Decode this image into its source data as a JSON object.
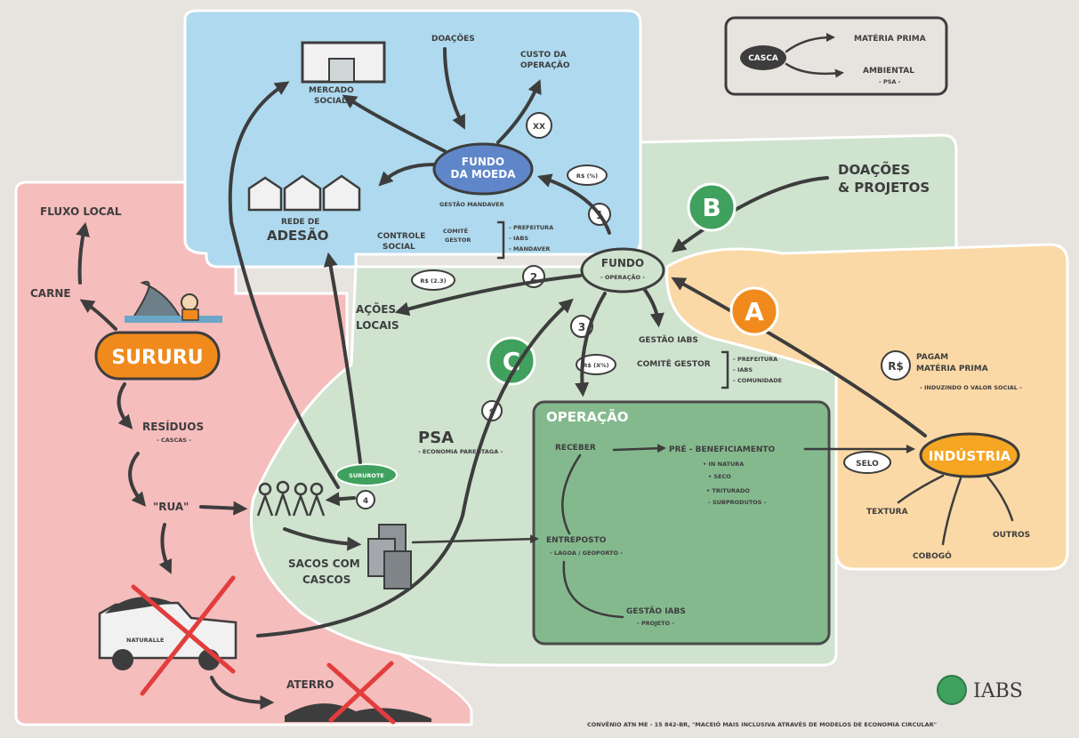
{
  "legend": {
    "center": "CASCA",
    "item1": "MATÉRIA PRIMA",
    "item2": "AMBIENTAL",
    "item2_sub": "- PSA -"
  },
  "blue_zone": {
    "mercado_social": [
      "MERCADO",
      "SOCIAL"
    ],
    "doacoes": "DOAÇÕES",
    "custo_operacao": [
      "CUSTO DA",
      "OPERAÇÃO"
    ],
    "xx": "XX",
    "fundo_moeda": [
      "FUNDO",
      "DA MOEDA"
    ],
    "rs_pct": "R$ (%)",
    "gestao_mandaver": "GESTÃO MANDAVER",
    "rede_adesao": [
      "REDE DE",
      "ADESÃO"
    ],
    "controle_social": [
      "CONTROLE",
      "SOCIAL"
    ],
    "comite_gestor": [
      "COMITÊ",
      "GESTOR"
    ],
    "comite_items": [
      "- PREFEITURA",
      "- IABS",
      "- MANDAVER"
    ],
    "step1": "1"
  },
  "red_zone": {
    "fluxo_local": "FLUXO LOCAL",
    "carne": "CARNE",
    "sururu": "SURURU",
    "residuos": "RESÍDUOS",
    "cascas": "- CASCAS -",
    "rua": "\"RUA\"",
    "naturalle": "NATURALLE",
    "aterro": "ATERRO"
  },
  "green_zone": {
    "doacoes_projetos": [
      "DOAÇÕES",
      "& PROJETOS"
    ],
    "b": "B",
    "fundo_operacao": [
      "FUNDO",
      "- OPERAÇÃO -"
    ],
    "step2": "2",
    "rs_2": "R$ (2.3)",
    "acoes_locais": [
      "AÇÕES",
      "LOCAIS"
    ],
    "step3": "3",
    "rs_3": "R$ (X%)",
    "gestao_iabs": "GESTÃO IABS",
    "comite_gestor": "COMITÊ GESTOR",
    "comite_items": [
      "- PREFEITURA",
      "- IABS",
      "- COMUNIDADE"
    ],
    "c": "C",
    "dollar": "$",
    "psa": "PSA",
    "psa_sub": "- ECONOMIA PARENTAGA -",
    "sururote": "SURUROTE",
    "step4": "4",
    "sacos": [
      "SACOS COM",
      "CASCOS"
    ]
  },
  "operacao": {
    "title": "OPERAÇÃO",
    "receber": "RECEBER",
    "pre_benef": "PRÉ - BENEFICIAMENTO",
    "pre_items": [
      "• IN NATURA",
      "• SECO",
      "• TRITURADO",
      "- SUBPRODUTOS -"
    ],
    "entreposto": "ENTREPOSTO",
    "entreposto_sub": "- LAGOA / GEOPORTO -",
    "gestao_iabs": "GESTÃO IABS",
    "gestao_sub": "- PROJETO -"
  },
  "orange_zone": {
    "a": "A",
    "rs": "R$",
    "pagam": [
      "PAGAM",
      "MATÉRIA PRIMA"
    ],
    "pagam_sub": "- INDUZINDO O VALOR SOCIAL -",
    "selo": "SELO",
    "industria": "INDÚSTRIA",
    "textura": "TEXTURA",
    "cobogo": "COBOGÓ",
    "outros": "OUTROS"
  },
  "footer": {
    "logo": "IABS",
    "convenio": "CONVÊNIO ATN ME - 15 842-BR, \"MACEIÓ MAIS INCLUSIVA ATRAVÉS DE MODELOS DE ECONOMIA CIRCULAR\""
  },
  "colors": {
    "background": "#e7e4df",
    "blue": "#aed9ee",
    "red": "#f5bdbc",
    "green": "#cfe3cf",
    "orange": "#fbd9a6",
    "operacao": "#84b98e",
    "green_circle": "#3fa15d",
    "orange_circle": "#f08a1d",
    "ink": "#3d3d3d"
  }
}
